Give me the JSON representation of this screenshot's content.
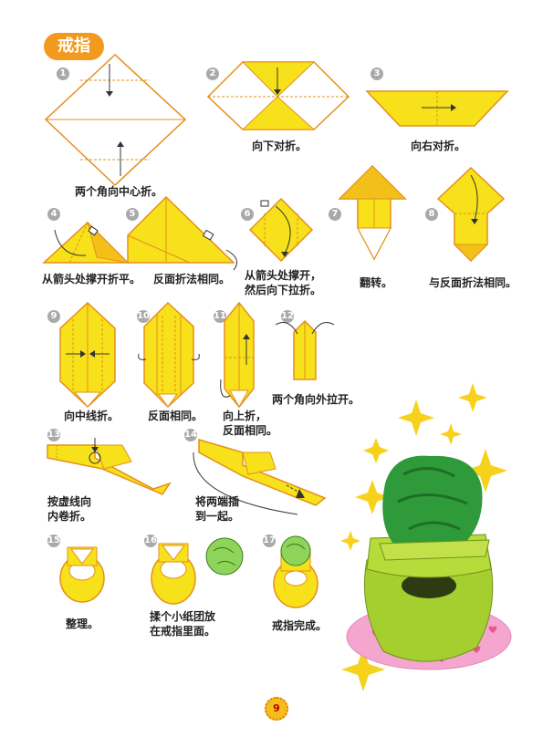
{
  "title": "戒指",
  "steps": [
    {
      "num": "1",
      "caption": "两个角向中心折。"
    },
    {
      "num": "2",
      "caption": "向下对折。"
    },
    {
      "num": "3",
      "caption": "向右对折。"
    },
    {
      "num": "4",
      "caption": "从箭头处撑开折平。"
    },
    {
      "num": "5",
      "caption": "反面折法相同。"
    },
    {
      "num": "6",
      "caption_line1": "从箭头处撑开，",
      "caption_line2": "然后向下拉折。"
    },
    {
      "num": "7",
      "caption": "翻转。"
    },
    {
      "num": "8",
      "caption": "与反面折法相同。"
    },
    {
      "num": "9",
      "caption": "向中线折。"
    },
    {
      "num": "10",
      "caption": "反面相同。"
    },
    {
      "num": "11",
      "caption_line1": "向上折，",
      "caption_line2": "反面相同。"
    },
    {
      "num": "12",
      "caption": "两个角向外拉开。"
    },
    {
      "num": "13",
      "caption_line1": "按虚线向",
      "caption_line2": "内卷折。"
    },
    {
      "num": "14",
      "caption_line1": "将两端插",
      "caption_line2": "到一起。"
    },
    {
      "num": "15",
      "caption": "整理。"
    },
    {
      "num": "16",
      "caption_line1": "揉个小纸团放",
      "caption_line2": "在戒指里面。"
    },
    {
      "num": "17",
      "caption": "戒指完成。"
    }
  ],
  "page_number": "9",
  "colors": {
    "paper": "#f7e11b",
    "paper_edge": "#e5901c",
    "accent": "#f39a1e",
    "ring_green": "#9ccc2e",
    "gem_green": "#2f9a3a",
    "cushion": "#f4a6cf"
  }
}
